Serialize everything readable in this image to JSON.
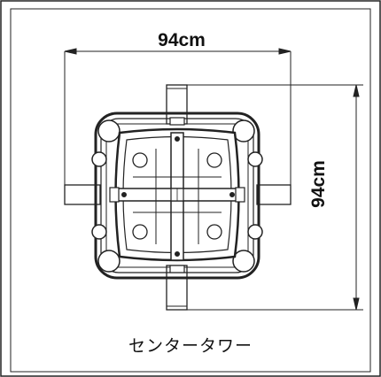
{
  "dimensions": {
    "width_label": "94cm",
    "depth_label": "94cm"
  },
  "caption": "センタータワー"
}
